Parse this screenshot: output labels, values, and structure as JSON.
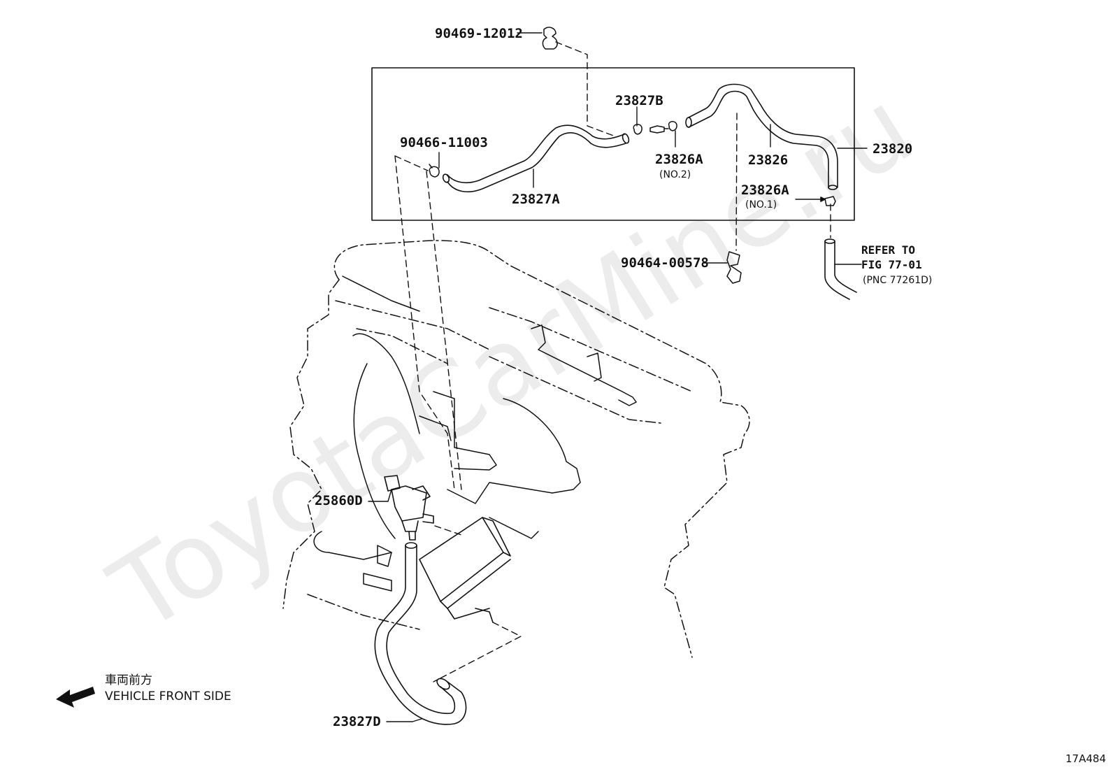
{
  "watermark": "ToyotaCarMine.ru",
  "diagram_code": "17A484",
  "front_jp": "車両前方",
  "front_en": "VEHICLE FRONT SIDE",
  "labels": {
    "p90469": "90469-12012",
    "p23827B": "23827B",
    "p90466": "90466-11003",
    "p23826A_top": "23826A",
    "no2": "(NO.2)",
    "p23826": "23826",
    "p23820": "23820",
    "p23827A": "23827A",
    "p23826A_right": "23826A",
    "no1": "(NO.1)",
    "p90464": "90464-00578",
    "p25860D": "25860D",
    "p23827D": "23827D"
  },
  "refer": {
    "line1": "REFER TO",
    "line2": "FIG 77-01",
    "line3": "(PNC 77261D)"
  },
  "colors": {
    "ink": "#111111",
    "watermark": "#ececec"
  }
}
